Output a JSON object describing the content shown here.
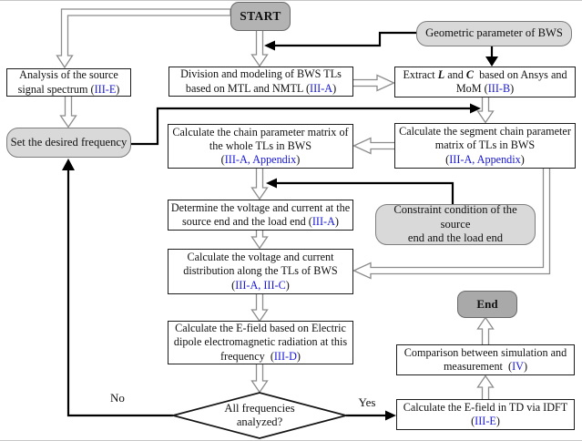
{
  "colors": {
    "reference_blue": "#1717d6",
    "round_box_gray": "#d9d9d9",
    "start_box_gray": "#b3b3b3",
    "end_box_gray": "#a9a9a9",
    "rect_border": "#1c1c1c"
  },
  "nodes": {
    "start": {
      "label": "START"
    },
    "geometric": {
      "label": "Geometric parameter of BWS"
    },
    "analysis": {
      "parts": [
        "Analysis of the source",
        "signal spectrum ",
        "(",
        "III-E",
        ")"
      ]
    },
    "division": {
      "parts": [
        "Division and modeling of BWS TLs",
        "based on MTL and NMTL ",
        "(",
        "III-A",
        ")"
      ]
    },
    "extract": {
      "parts": [
        "Extract ",
        "L",
        " and ",
        "C",
        "  based on Ansys and",
        "MoM ",
        "(",
        "III-B",
        ")"
      ]
    },
    "set_freq": {
      "label": "Set the desired frequency"
    },
    "chain_whole": {
      "parts": [
        "Calculate the chain parameter matrix of",
        "the whole TLs in BWS",
        "(",
        "III-A, Appendix",
        ")"
      ]
    },
    "chain_segment": {
      "parts": [
        "Calculate the segment chain parameter",
        "matrix of TLs in BWS",
        "(",
        "III-A, Appendix",
        ")"
      ]
    },
    "determine": {
      "parts": [
        "Determine the voltage and current at the",
        "source end and the load end ",
        "(",
        "III-A",
        ")"
      ]
    },
    "constraint": {
      "parts": [
        "Constraint condition of the source",
        "end and the load end"
      ]
    },
    "distribution": {
      "parts": [
        "Calculate the voltage and current",
        "distribution along the TLs of BWS",
        "(",
        "III-A, III-C",
        ")"
      ]
    },
    "end": {
      "label": "End"
    },
    "dipole": {
      "parts": [
        "Calculate the E-field based on Electric",
        "dipole electromagnetic radiation at this",
        "frequency  ",
        "(",
        "III-D",
        ")"
      ]
    },
    "comparison": {
      "parts": [
        "Comparison between simulation and",
        "measurement  ",
        "(",
        "IV",
        ")"
      ]
    },
    "decision": {
      "line1": "All frequencies",
      "line2": "analyzed?"
    },
    "td_idft": {
      "parts": [
        "Calculate the E-field in TD via IDFT",
        "(",
        "III-E",
        ")"
      ]
    }
  },
  "edge_labels": {
    "no": "No",
    "yes": "Yes"
  }
}
